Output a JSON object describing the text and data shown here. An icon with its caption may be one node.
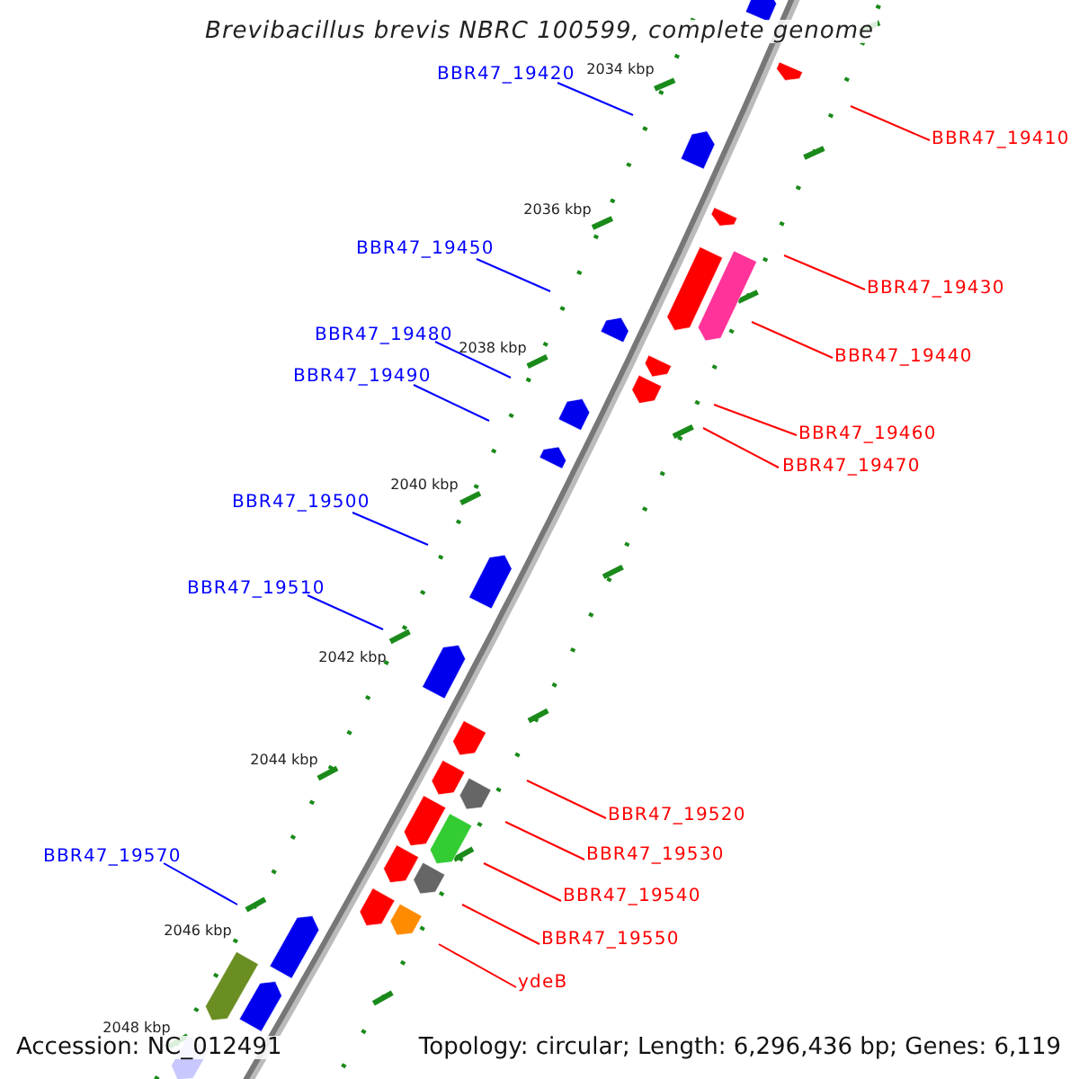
{
  "diagram": {
    "title": "Brevibacillus brevis NBRC 100599, complete genome",
    "nodes": [
      {
        "text": [
          "BBR47_19420"
        ]
      },
      {
        "text": [
          "BBR47_19410"
        ]
      },
      {
        "text": [
          "BBR47_19450"
        ]
      },
      {
        "text": [
          "BBR47_19430"
        ]
      },
      {
        "text": [
          "BBR47_19480"
        ]
      },
      {
        "text": [
          "BBR47_19440"
        ]
      },
      {
        "text": [
          "BBR47_19490"
        ]
      },
      {
        "text": [
          "BBR47_19460"
        ]
      },
      {
        "text": [
          "BBR47_19470"
        ]
      },
      {
        "text": [
          "BBR47_19500"
        ]
      },
      {
        "text": [
          "BBR47_19510"
        ]
      },
      {
        "text": [
          "BBR47_19520"
        ]
      },
      {
        "text": [
          "BBR47_19530"
        ]
      },
      {
        "text": [
          "BBR47_19570"
        ]
      },
      {
        "text": [
          "BBR47_19540"
        ]
      },
      {
        "text": [
          "BBR47_19550"
        ]
      },
      {
        "text": [
          "ydeB"
        ]
      }
    ],
    "edges": [
      {
        "from": 0,
        "to": null,
        "arrow": "none",
        "color": "#0000ff"
      },
      {
        "from": 1,
        "to": null,
        "arrow": "none",
        "color": "#ff0000"
      },
      {
        "from": 2,
        "to": null,
        "arrow": "none",
        "color": "#0000ff"
      },
      {
        "from": 3,
        "to": null,
        "arrow": "none",
        "color": "#ff0000"
      },
      {
        "from": 4,
        "to": null,
        "arrow": "none",
        "color": "#0000ff"
      },
      {
        "from": 5,
        "to": null,
        "arrow": "none",
        "color": "#ff0000"
      },
      {
        "from": 6,
        "to": null,
        "arrow": "none",
        "color": "#0000ff"
      },
      {
        "from": 7,
        "to": null,
        "arrow": "none",
        "color": "#ff0000"
      },
      {
        "from": 8,
        "to": null,
        "arrow": "none",
        "color": "#ff0000"
      },
      {
        "from": 9,
        "to": null,
        "arrow": "none",
        "color": "#0000ff"
      },
      {
        "from": 10,
        "to": null,
        "arrow": "none",
        "color": "#0000ff"
      },
      {
        "from": 11,
        "to": null,
        "arrow": "none",
        "color": "#ff0000"
      },
      {
        "from": 12,
        "to": null,
        "arrow": "none",
        "color": "#ff0000"
      },
      {
        "from": 13,
        "to": null,
        "arrow": "none",
        "color": "#0000ff"
      },
      {
        "from": 14,
        "to": null,
        "arrow": "none",
        "color": "#ff0000"
      },
      {
        "from": 15,
        "to": null,
        "arrow": "none",
        "color": "#ff0000"
      },
      {
        "from": 16,
        "to": null,
        "arrow": "none",
        "color": "#ff0000"
      }
    ],
    "labels": [
      "2034 kbp",
      "2036 kbp",
      "2038 kbp",
      "2040 kbp",
      "2042 kbp",
      "2044 kbp",
      "2046 kbp",
      "2048 kbp",
      "Accession: NC_012491",
      "Topology: circular; Length: 6,296,436 bp; Genes: 6,119"
    ]
  }
}
